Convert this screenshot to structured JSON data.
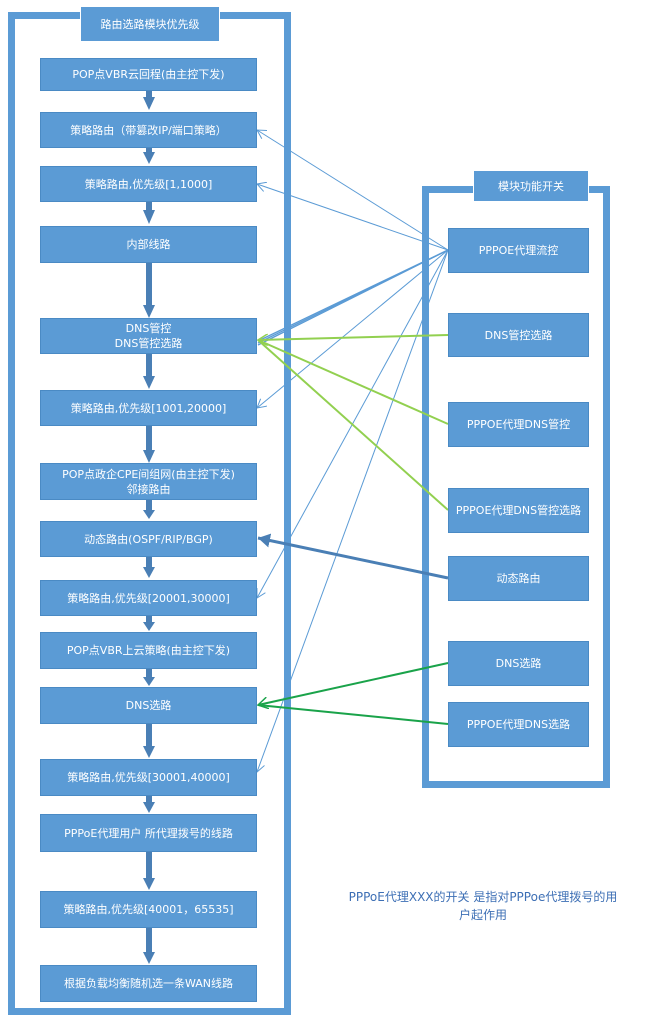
{
  "left_panel": {
    "title": "路由选路模块优先级",
    "steps": [
      "POP点VBR云回程(由主控下发)",
      "策略路由（带篡改IP/端口策略）",
      "策略路由,优先级[1,1000]",
      "内部线路",
      "DNS管控\nDNS管控选路",
      "策略路由,优先级[1001,20000]",
      "POP点政企CPE间组网(由主控下发)\n邻接路由",
      "动态路由(OSPF/RIP/BGP)",
      "策略路由,优先级[20001,30000]",
      "POP点VBR上云策略(由主控下发)",
      "DNS选路",
      "策略路由,优先级[30001,40000]",
      "PPPoE代理用户 所代理拨号的线路",
      "策略路由,优先级[40001，65535]",
      "根据负载均衡随机选一条WAN线路"
    ]
  },
  "right_panel": {
    "title": "模块功能开关",
    "switches": [
      "PPPOE代理流控",
      "DNS管控选路",
      "PPPOE代理DNS管控",
      "PPPOE代理DNS管控选路",
      "动态路由",
      "DNS选路",
      "PPPOE代理DNS选路"
    ]
  },
  "note": "PPPoE代理XXX的开关 是指对PPPoe代理拨号的用\n户起作用",
  "colors": {
    "box": "#5b9bd5",
    "thin_link": "#5b9bd5",
    "light_green": "#92d050",
    "green": "#1aa34a",
    "blue_link": "#4a7fb5",
    "note_text": "#3d6fb5"
  }
}
